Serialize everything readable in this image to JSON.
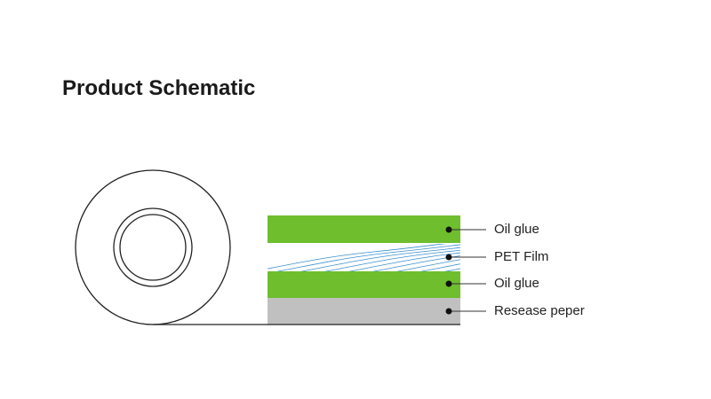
{
  "title": "Product Schematic",
  "colors": {
    "glue": "#6ebe2d",
    "film_lines": "#3a8fd0",
    "release_paper": "#c0c0c0",
    "outline": "#222222"
  },
  "layers": [
    {
      "label": "Oil glue",
      "material": "glue"
    },
    {
      "label": "PET Film",
      "material": "film"
    },
    {
      "label": "Oil glue",
      "material": "glue"
    },
    {
      "label": "Resease peper",
      "material": "release_paper"
    }
  ]
}
